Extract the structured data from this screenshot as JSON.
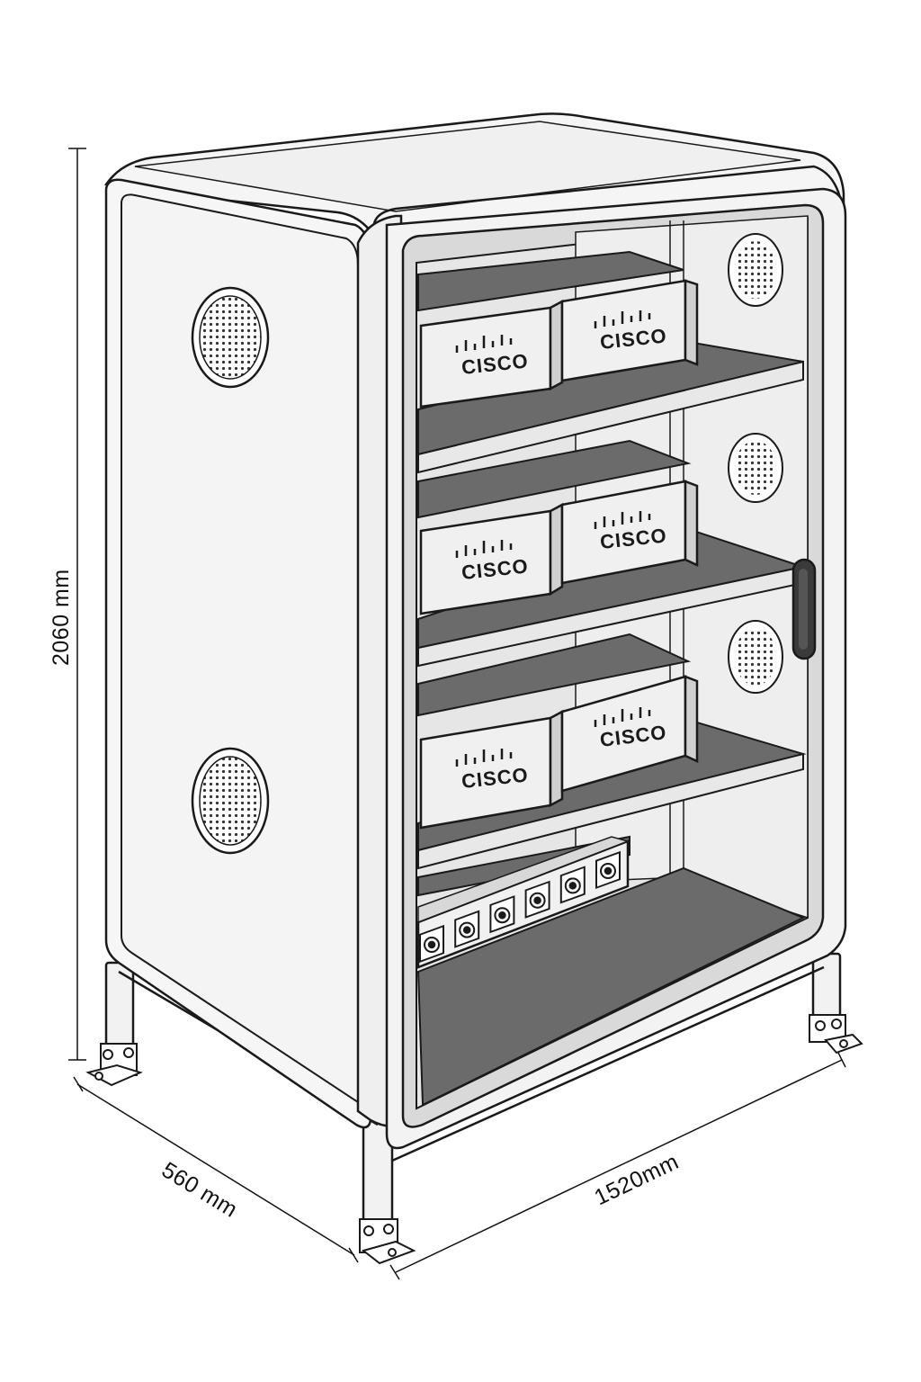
{
  "dimensions": {
    "height": "2060 mm",
    "depth": "560 mm",
    "width": "1520mm"
  },
  "switches": [
    {
      "label": "CISCO"
    },
    {
      "label": "CISCO"
    },
    {
      "label": "CISCO"
    },
    {
      "label": "CISCO"
    },
    {
      "label": "CISCO"
    },
    {
      "label": "CISCO"
    }
  ],
  "outlets_count": 6,
  "colors": {
    "line": "#1a1a1a",
    "panel": "#f4f4f4",
    "glass_dark": "#5a5a5a",
    "shelf": "#6b6b6b",
    "switch_face": "#f0f0f0"
  },
  "icons": [
    "vent-grille-icon",
    "door-handle-icon",
    "power-outlet-icon",
    "foot-bolt-icon",
    "cisco-bars-icon"
  ]
}
